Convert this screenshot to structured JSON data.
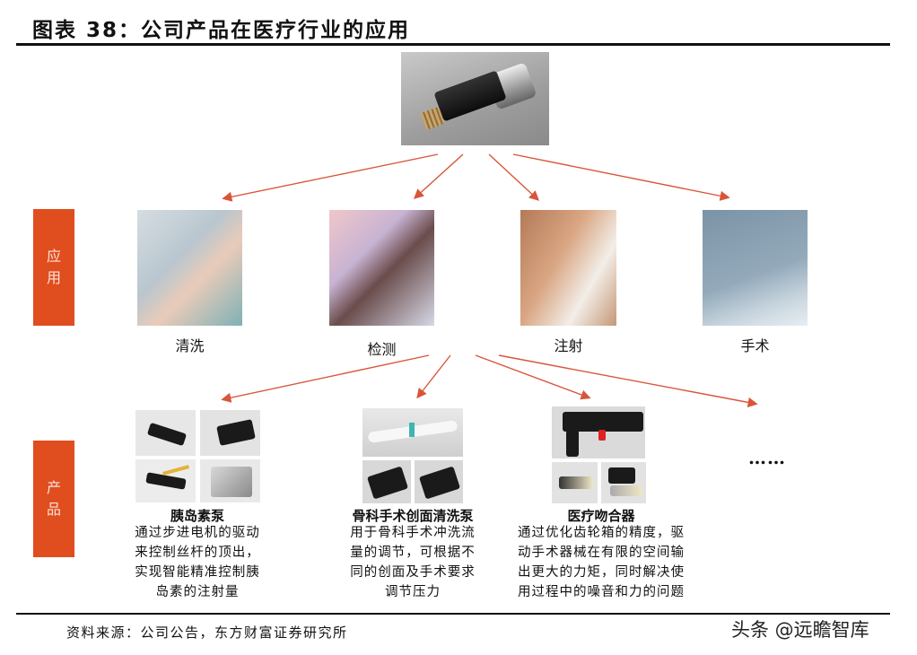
{
  "figure": {
    "title": "图表 38：公司产品在医疗行业的应用",
    "hero_image": "micro-gear-motor",
    "source": "资料来源：公司公告，东方财富证券研究所",
    "watermark": "头条 @远瞻智库"
  },
  "side_labels": {
    "application": [
      "应",
      "用"
    ],
    "product": [
      "产",
      "品"
    ]
  },
  "applications": [
    {
      "label": "清洗",
      "image": "dental-cleaning"
    },
    {
      "label": "检测",
      "image": "medical-detection-robot"
    },
    {
      "label": "注射",
      "image": "insulin-pump-injection"
    },
    {
      "label": "手术",
      "image": "surgical-robot"
    }
  ],
  "products": [
    {
      "title": "胰岛素泵",
      "description": [
        "通过步进电机的驱动",
        "来控制丝杆的顶出，",
        "实现智能精准控制胰",
        "岛素的注射量"
      ]
    },
    {
      "title": "骨科手术创面清洗泵",
      "description": [
        "用于骨科手术冲洗流",
        "量的调节，可根据不",
        "同的创面及手术要求",
        "调节压力"
      ]
    },
    {
      "title": "医疗吻合器",
      "description": [
        "通过优化齿轮箱的精度，驱",
        "动手术器械在有限的空间输",
        "出更大的力矩，同时解决使",
        "用过程中的噪音和力的问题"
      ]
    }
  ],
  "more_indicator": "……",
  "colors": {
    "label_bg": "#e04d1f",
    "label_text": "#fbe3d6",
    "arrow": "#d9553a",
    "rule": "#111111"
  }
}
